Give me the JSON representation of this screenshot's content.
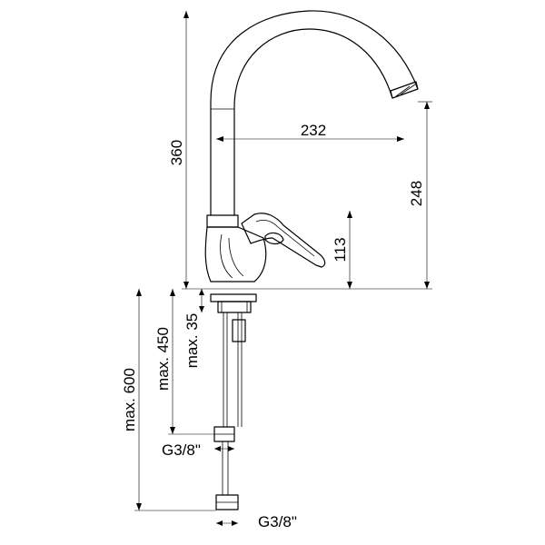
{
  "dimensions": {
    "spout_height": "360",
    "spout_reach": "232",
    "spout_outlet_height": "248",
    "lever_height": "113",
    "max_600": "max. 600",
    "max_450": "max. 450",
    "max_35": "max. 35",
    "thread_upper": "G3/8\"",
    "thread_lower": "G3/8\""
  }
}
